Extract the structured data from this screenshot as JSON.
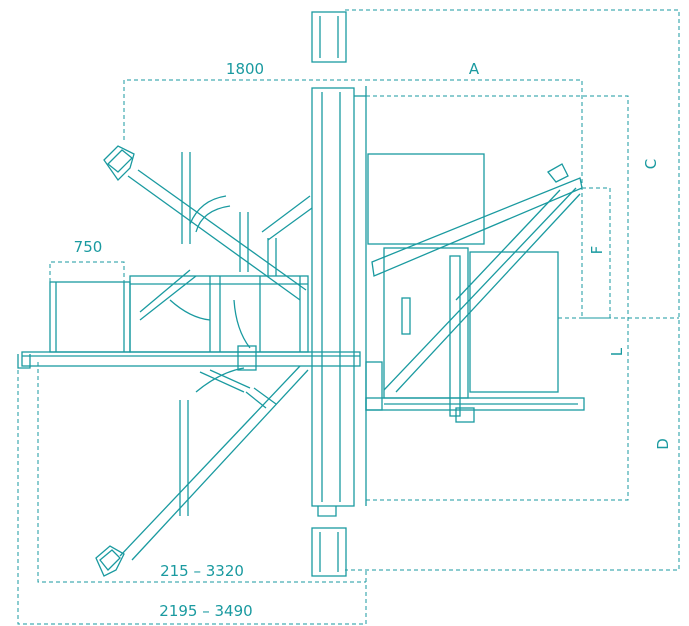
{
  "dimensions": {
    "width_1800": "1800",
    "width_A": "A",
    "height_C": "C",
    "height_F": "F",
    "height_L": "L",
    "height_D": "D",
    "width_750": "750",
    "range_215_3320": "215 – 3320",
    "range_2195_3490": "2195 – 3490"
  },
  "colors": {
    "line": "#1a9aa0",
    "background": "#ffffff"
  }
}
